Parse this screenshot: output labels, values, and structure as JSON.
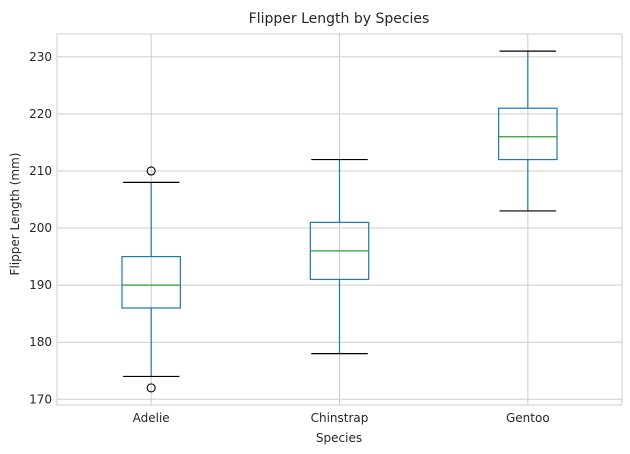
{
  "chart_data": {
    "type": "box",
    "title": "Flipper Length by Species",
    "xlabel": "Species",
    "ylabel": "Flipper Length (mm)",
    "ylim": [
      169,
      234
    ],
    "yticks": [
      170,
      180,
      190,
      200,
      210,
      220,
      230
    ],
    "grid": true,
    "categories": [
      "Adelie",
      "Chinstrap",
      "Gentoo"
    ],
    "boxes": [
      {
        "category": "Adelie",
        "whisker_low": 174,
        "q1": 186,
        "median": 190,
        "q3": 195,
        "whisker_high": 208,
        "outliers": [
          210,
          172
        ]
      },
      {
        "category": "Chinstrap",
        "whisker_low": 178,
        "q1": 191,
        "median": 196,
        "q3": 201,
        "whisker_high": 212,
        "outliers": []
      },
      {
        "category": "Gentoo",
        "whisker_low": 203,
        "q1": 212,
        "median": 216,
        "q3": 221,
        "whisker_high": 231,
        "outliers": []
      }
    ],
    "colors": {
      "box": "#1f77b4",
      "median": "#2ca02c",
      "whisker_cap": "#000000",
      "grid": "#cccccc",
      "outlier": "#000000"
    }
  }
}
